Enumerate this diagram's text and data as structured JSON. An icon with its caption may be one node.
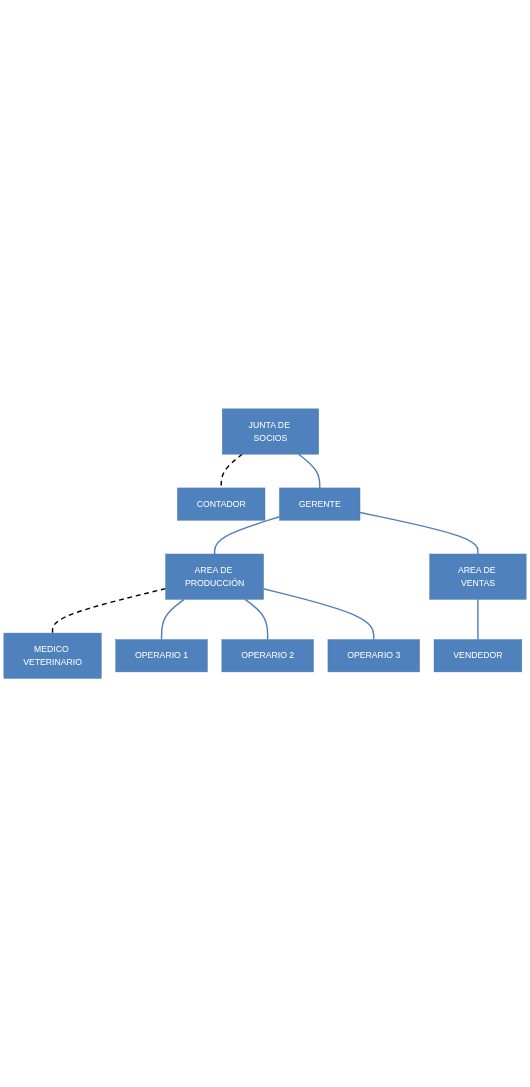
{
  "diagram": {
    "nodes": [
      {
        "text": [
          "JUNTA DE SOCIOS"
        ]
      },
      {
        "text": [
          "CONTADOR"
        ]
      },
      {
        "text": [
          "GERENTE"
        ]
      },
      {
        "text": [
          "AREA DE PRODUCCIÓN"
        ]
      },
      {
        "text": [
          "AREA DE VENTAS"
        ]
      },
      {
        "text": [
          "MEDICO VETERINARIO"
        ]
      },
      {
        "text": [
          "OPERARIO 1"
        ]
      },
      {
        "text": [
          "OPERARIO 2"
        ]
      },
      {
        "text": [
          "OPERARIO 3"
        ]
      },
      {
        "text": [
          "VENDEDOR"
        ]
      }
    ],
    "edges": [
      {
        "from": 0,
        "to": 1,
        "arrow": "none",
        "style": "dashed",
        "color": "#000000"
      },
      {
        "from": 0,
        "to": 2,
        "arrow": "none"
      },
      {
        "from": 2,
        "to": 3,
        "arrow": "none"
      },
      {
        "from": 2,
        "to": 4,
        "arrow": "none"
      },
      {
        "from": 3,
        "to": 5,
        "arrow": "none",
        "style": "dashed",
        "color": "#000000"
      },
      {
        "from": 3,
        "to": 6,
        "arrow": "none"
      },
      {
        "from": 3,
        "to": 7,
        "arrow": "none"
      },
      {
        "from": 3,
        "to": 8,
        "arrow": "none"
      },
      {
        "from": 4,
        "to": 9,
        "arrow": "none"
      }
    ]
  }
}
